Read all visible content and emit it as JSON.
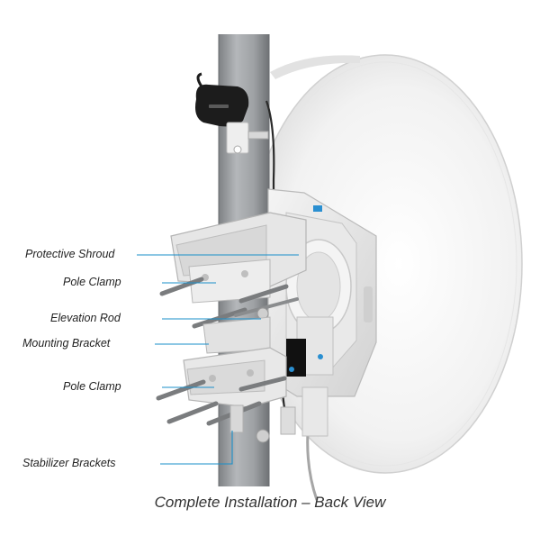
{
  "diagram": {
    "labels": [
      "Protective Shroud",
      "Pole Clamp",
      "Elevation Rod",
      "Mounting Bracket",
      "Pole Clamp",
      "Stabilizer Brackets"
    ],
    "caption": "Complete Installation – Back View"
  },
  "colors": {
    "leader": "#1a8fc9",
    "pole": "#9a9da0",
    "dish": "#eeeeee",
    "bracket": "#e4e4e4",
    "rod": "#7a7c7e"
  },
  "icons": [
    "radio-pod-icon",
    "ubiquiti-logo-icon"
  ]
}
